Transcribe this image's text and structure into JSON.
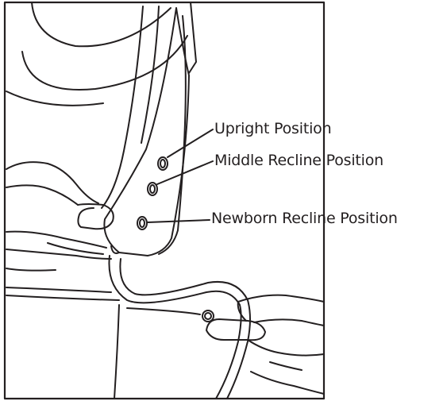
{
  "callouts": {
    "upright": "Upright Position",
    "middle": "Middle Recline Position",
    "newborn": "Newborn Recline Position"
  },
  "colors": {
    "ink": "#231f20",
    "background": "#ffffff"
  },
  "icons": {
    "hand_left": "hand-illustration",
    "hand_right": "hand-illustration",
    "recline_holes": "adjustment-hole",
    "release_button": "round-button"
  }
}
